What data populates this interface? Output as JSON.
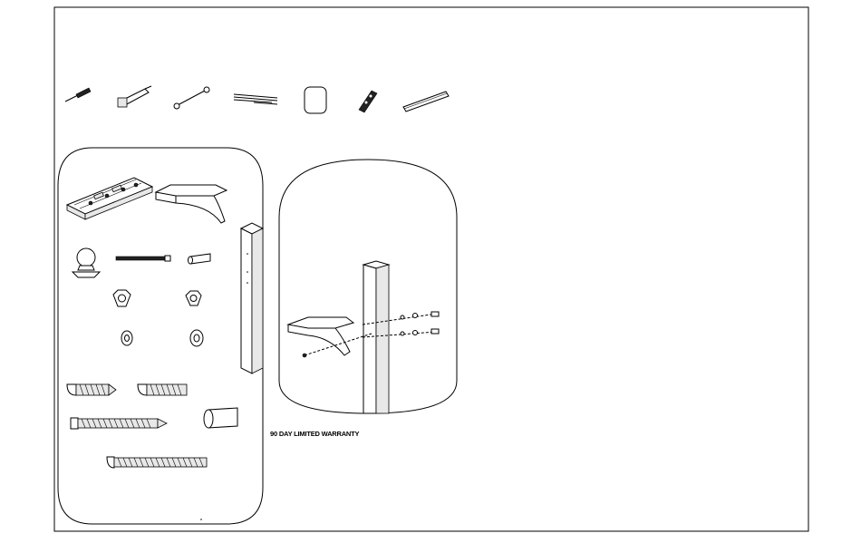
{
  "warranty": {
    "text": "90 DAY LIMITED WARRANTY"
  },
  "tools": [
    {
      "name": "screwdriver-icon"
    },
    {
      "name": "power-drill-icon"
    },
    {
      "name": "socket-wrench-icon"
    },
    {
      "name": "drill-bits-icon"
    },
    {
      "name": "sandpaper-icon"
    },
    {
      "name": "pencil-icon"
    },
    {
      "name": "level-icon"
    }
  ],
  "panels": {
    "parts": {
      "name": "parts-panel"
    },
    "step1": {
      "name": "step-1-panel"
    },
    "step2": {
      "name": "step-2-panel"
    },
    "step3": {
      "name": "step-3-panel"
    }
  }
}
